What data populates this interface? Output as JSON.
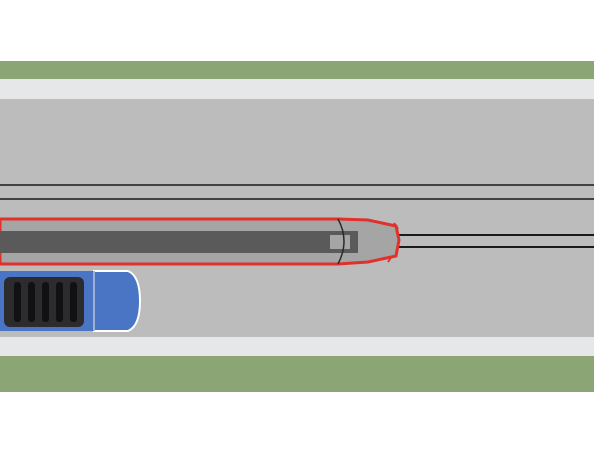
{
  "scene": {
    "colors": {
      "background": "#ffffff",
      "grass": "#8ba674",
      "sidewalk": "#e6e7e9",
      "road": "#bcbcbd",
      "track_rail": "#1a1a1a",
      "train_outline": "#e0312b",
      "train_body": "#a5a5a6",
      "train_roof": "#5a5a5b",
      "truck_body": "#4a74c4",
      "truck_cargo_dark": "#2c2c2e",
      "truck_cargo_bars": "#1d1d1f",
      "lane_marking": "#ffffff"
    },
    "elements": {
      "top_grass": "grass-strip",
      "top_sidewalk": "sidewalk-strip",
      "road": "road-surface",
      "tracks_upper": "rail-track",
      "tracks_lower": "rail-track",
      "train": "tram",
      "truck": "truck",
      "bottom_sidewalk": "sidewalk-strip",
      "bottom_grass": "grass-strip"
    }
  }
}
